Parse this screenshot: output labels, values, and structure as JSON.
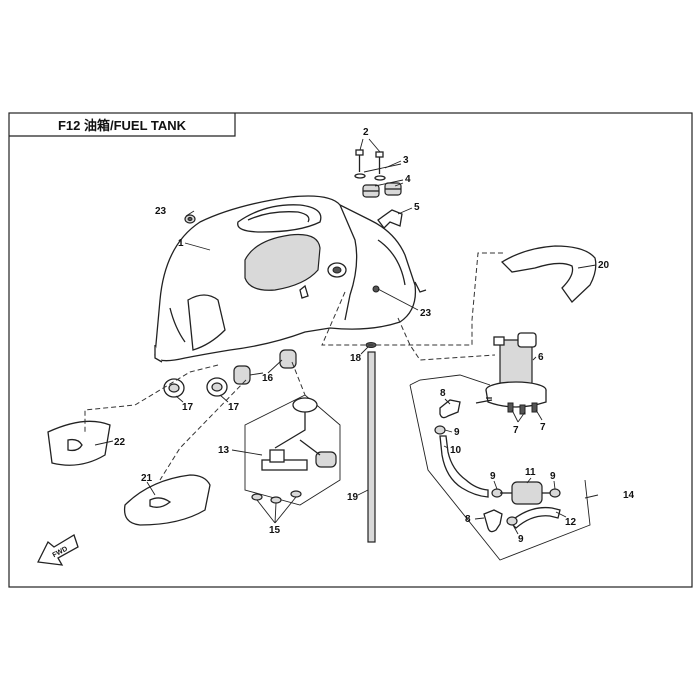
{
  "title": "F12 油箱/FUEL TANK",
  "fwd_label": "FWD",
  "callouts": {
    "c1": "1",
    "c2": "2",
    "c3": "3",
    "c4": "4",
    "c5": "5",
    "c6": "6",
    "c7a": "7",
    "c7b": "7",
    "c8a": "8",
    "c8b": "8",
    "c9a": "9",
    "c9b": "9",
    "c9c": "9",
    "c9d": "9",
    "c10": "10",
    "c11": "11",
    "c12": "12",
    "c13": "13",
    "c14": "14",
    "c15": "15",
    "c16": "16",
    "c17a": "17",
    "c17b": "17",
    "c18": "18",
    "c19": "19",
    "c20": "20",
    "c21": "21",
    "c22": "22",
    "c23a": "23",
    "c23b": "23"
  }
}
